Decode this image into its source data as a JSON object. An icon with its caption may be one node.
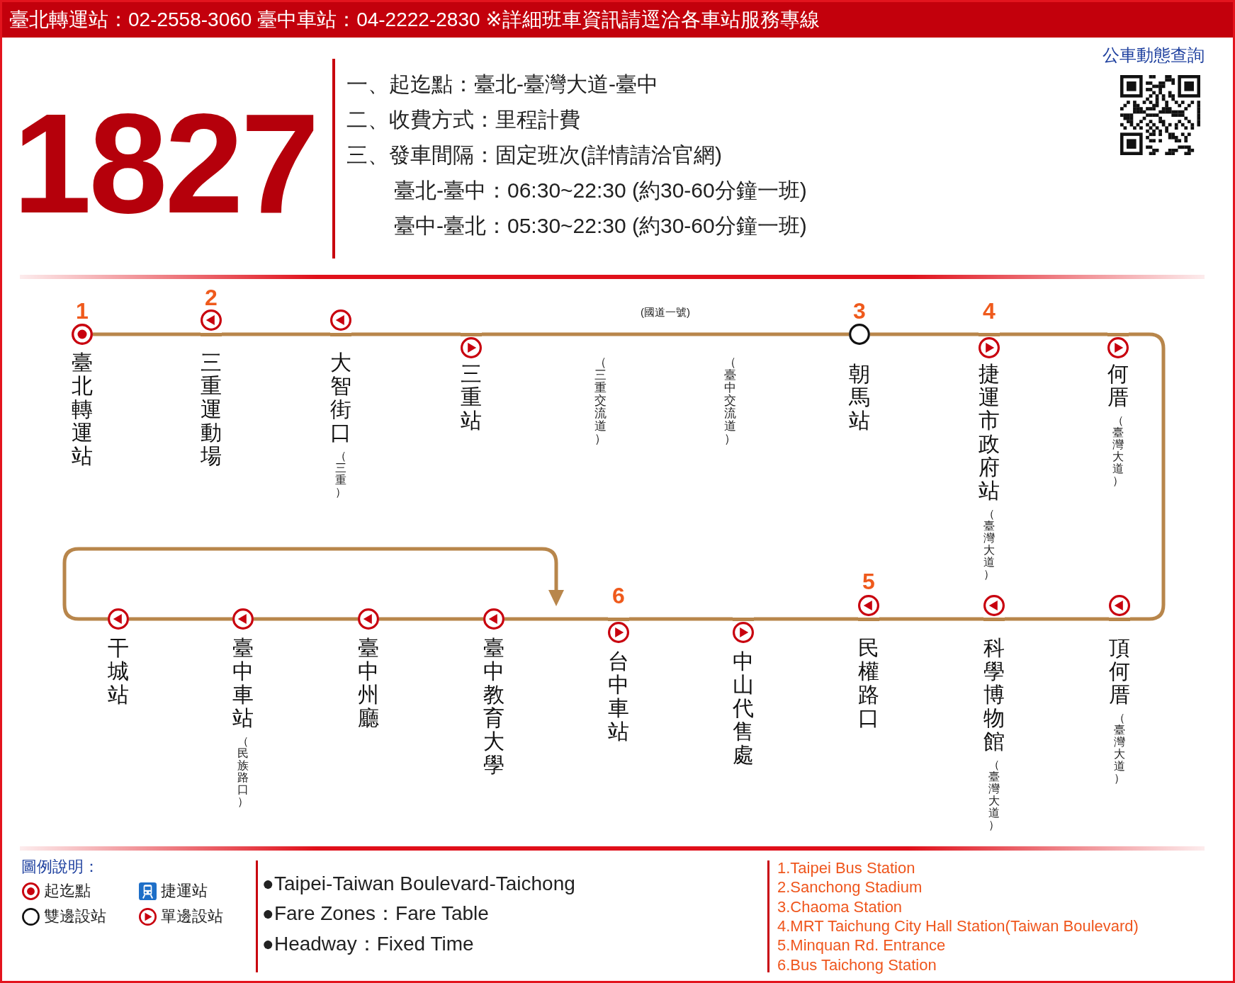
{
  "diagram": {
    "title": "1827",
    "nodes": [
      {
        "text": [
          "臺北轉運站"
        ],
        "beside": [
          "1"
        ]
      },
      {
        "text": [
          "三重運動場"
        ],
        "beside": [
          "2"
        ]
      },
      {
        "text": [
          "大智街口",
          "（三重）"
        ]
      },
      {
        "text": [
          "三重站"
        ]
      },
      {
        "text": [
          "朝馬站"
        ],
        "beside": [
          "3"
        ]
      },
      {
        "text": [
          "捷運市政府站",
          "（臺灣大道）"
        ],
        "beside": [
          "4"
        ]
      },
      {
        "text": [
          "何厝",
          "（臺灣大道）"
        ]
      },
      {
        "text": [
          "頂何厝",
          "（臺灣大道）"
        ]
      },
      {
        "text": [
          "科學博物館",
          "（臺灣大道）"
        ]
      },
      {
        "text": [
          "民權路口"
        ],
        "beside": [
          "5"
        ]
      },
      {
        "text": [
          "中山代售處"
        ]
      },
      {
        "text": [
          "台中車站"
        ],
        "beside": [
          "6"
        ]
      },
      {
        "text": [
          "臺中教育大學"
        ]
      },
      {
        "text": [
          "臺中州廳"
        ]
      },
      {
        "text": [
          "臺中車站",
          "（民族路口）"
        ]
      },
      {
        "text": [
          "干城站"
        ]
      }
    ],
    "edges": [
      {
        "from": 0,
        "to": 1,
        "arrow": "none"
      },
      {
        "from": 1,
        "to": 2,
        "arrow": "none"
      },
      {
        "from": 2,
        "to": 3,
        "arrow": "none"
      },
      {
        "from": 3,
        "to": 4,
        "arrow": "none"
      },
      {
        "from": 4,
        "to": 5,
        "arrow": "none"
      },
      {
        "from": 5,
        "to": 6,
        "arrow": "none"
      },
      {
        "from": 6,
        "to": 7,
        "arrow": "none"
      },
      {
        "from": 7,
        "to": 8,
        "arrow": "none"
      },
      {
        "from": 8,
        "to": 9,
        "arrow": "none"
      },
      {
        "from": 9,
        "to": 10,
        "arrow": "none"
      },
      {
        "from": 10,
        "to": 11,
        "arrow": "none"
      },
      {
        "from": 11,
        "to": 12,
        "arrow": "none"
      },
      {
        "from": 12,
        "to": 13,
        "arrow": "none"
      },
      {
        "from": 13,
        "to": 14,
        "arrow": "none"
      },
      {
        "from": 14,
        "to": 15,
        "arrow": "none"
      },
      {
        "from": 15,
        "to": null,
        "arrow": "to"
      }
    ],
    "labels": [
      "臺北轉運站：02-2558-3060 臺中車站：04-2222-2830 ※詳細班車資訊請逕洽各車站服務專線",
      "公車動態查詢",
      "一、起迄點：臺北-臺灣大道-臺中",
      "二、收費方式：里程計費",
      "三、發車間隔：固定班次(詳情請洽官網)",
      "臺北-臺中：06:30~22:30 (約30-60分鐘一班)",
      "臺中-臺北：05:30~22:30 (約30-60分鐘一班)",
      "(國道一號)",
      "（三重交流道）",
      "（臺中交流道）",
      "圖例說明：",
      "●Taipei-Taiwan Boulevard-Taichong",
      "●Fare Zones：Fare Table",
      "●Headway：Fixed Time",
      "1.Taipei Bus Station",
      "2.Sanchong Stadium",
      "3.Chaoma Station",
      "4.MRT Taichung City Hall Station(Taiwan Boulevard)",
      "5.Minquan Rd. Entrance",
      "6.Bus Taichong Station"
    ],
    "legend": [
      {
        "text": "起迄點"
      },
      {
        "text": "捷運站"
      },
      {
        "text": "雙邊設站"
      },
      {
        "text": "單邊設站"
      }
    ]
  }
}
